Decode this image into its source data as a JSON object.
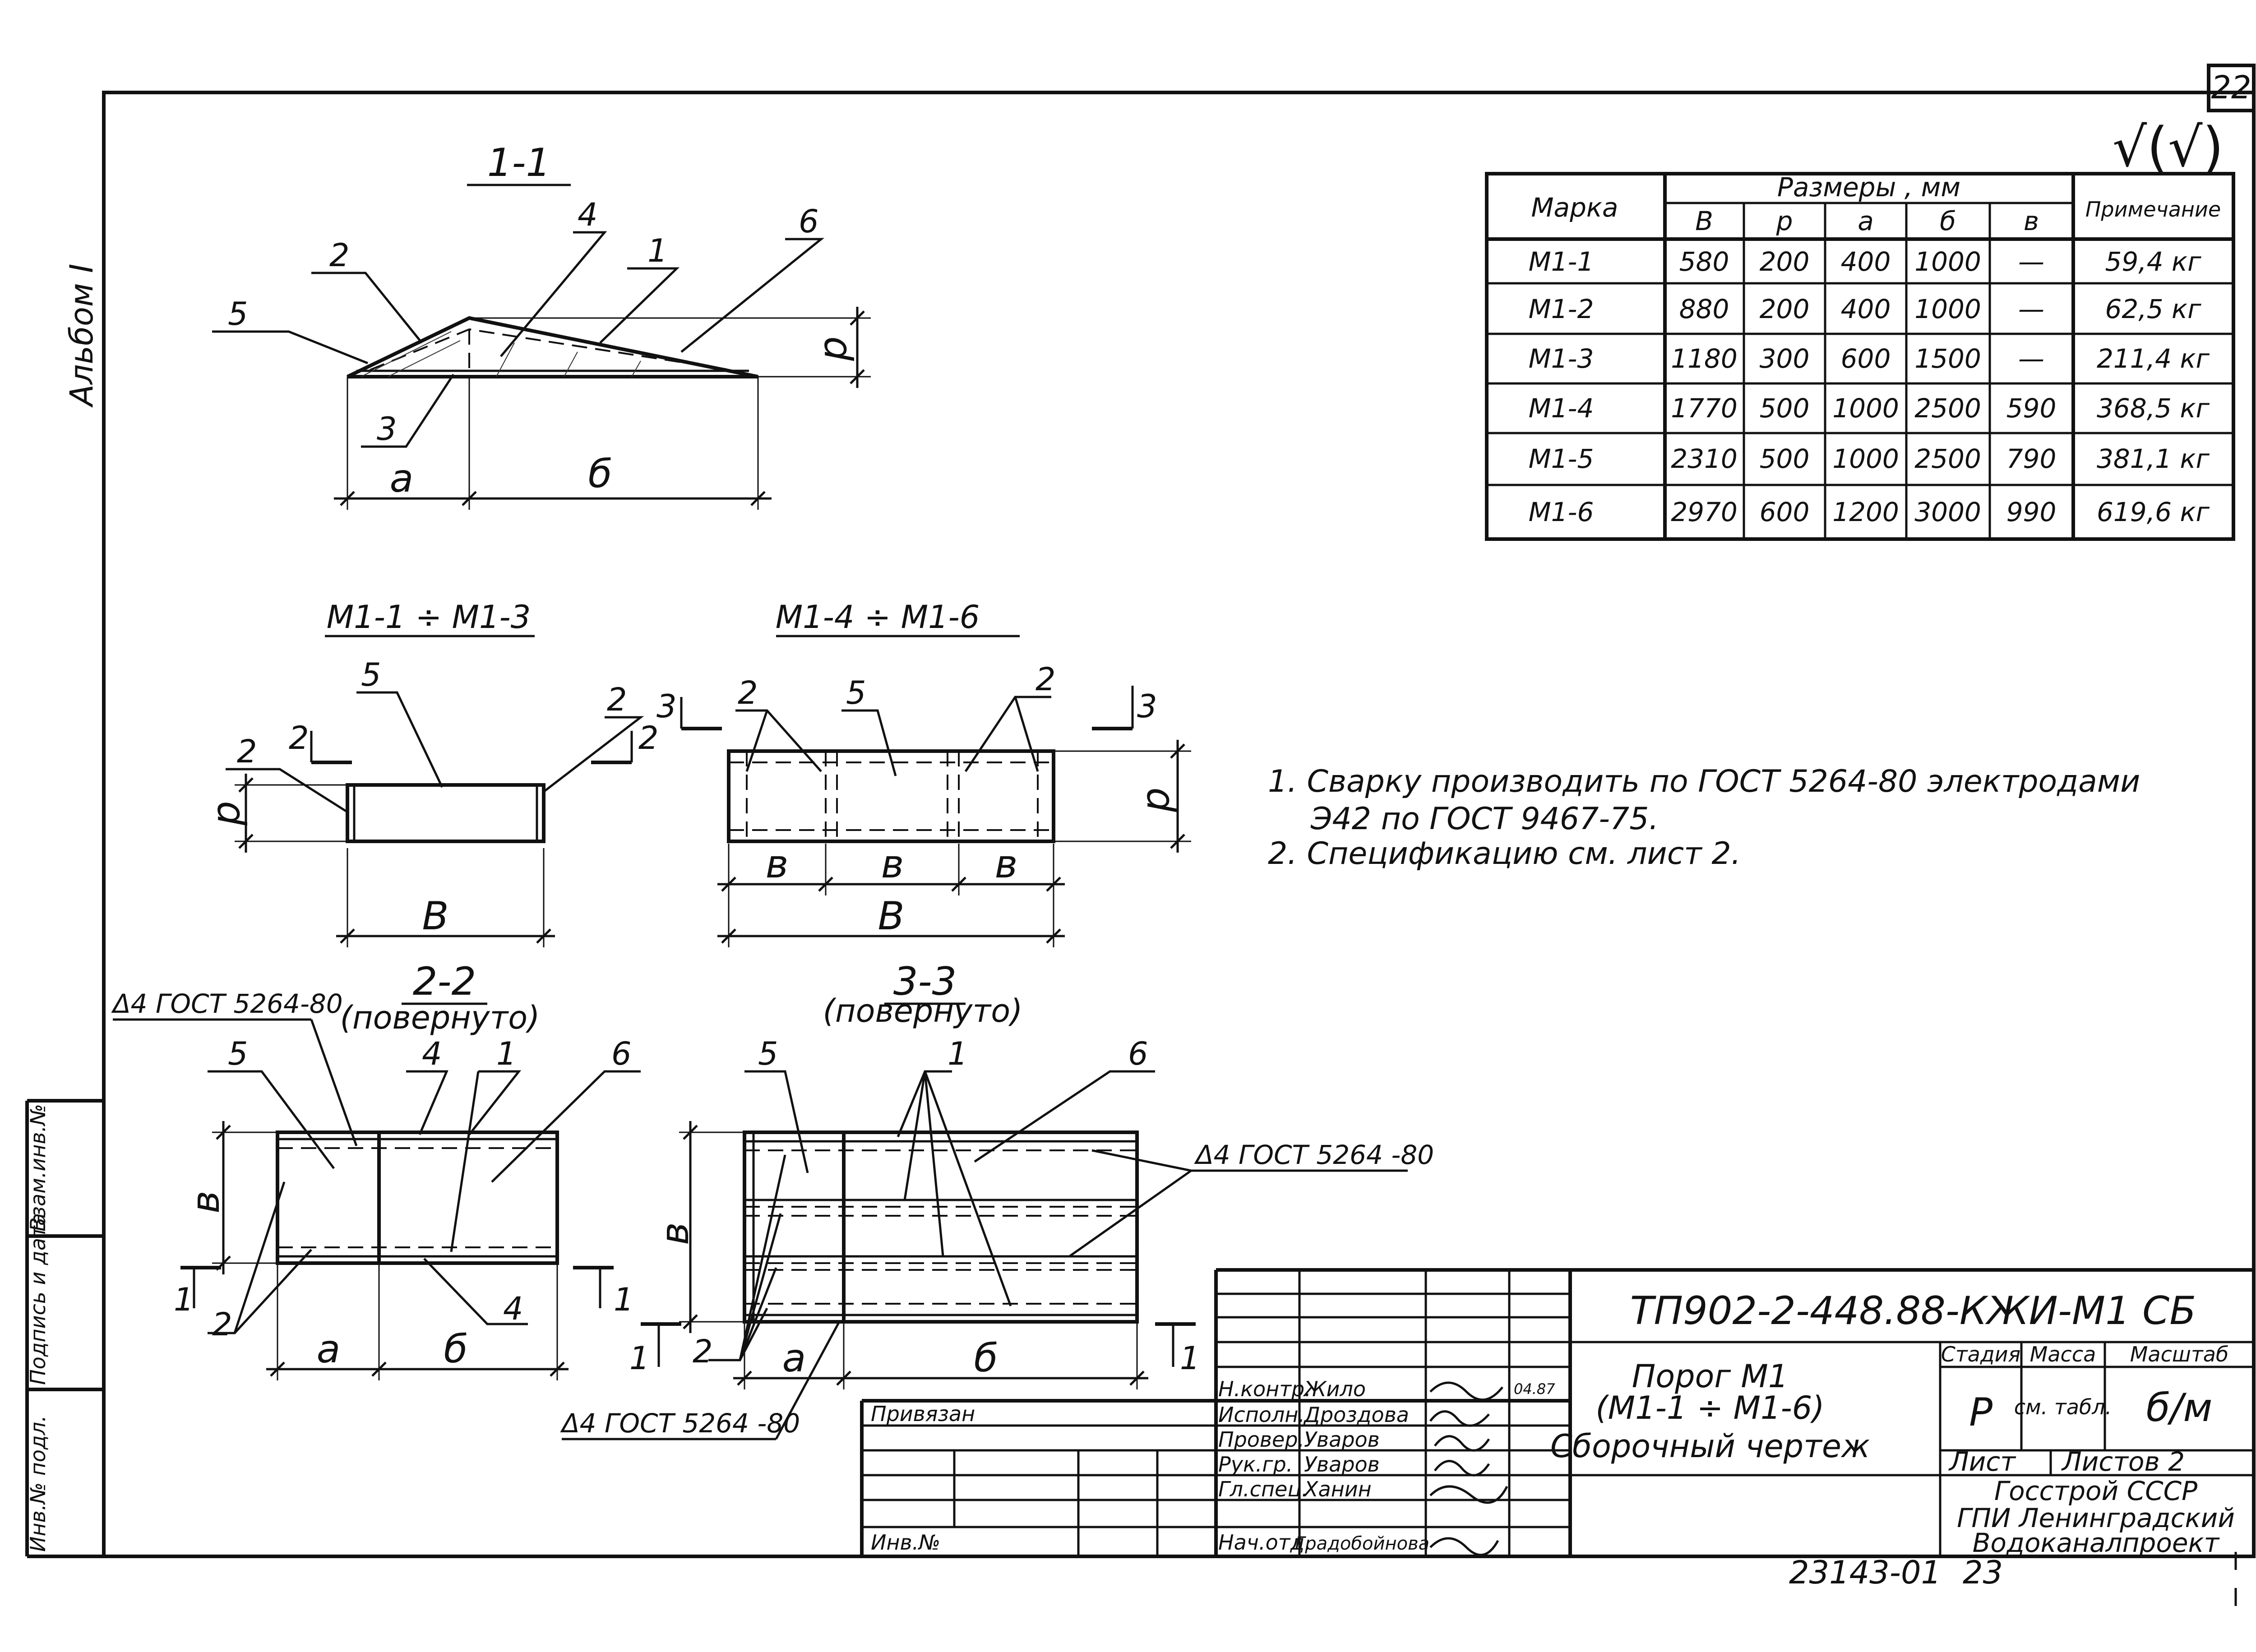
{
  "page_number": "22",
  "check_mark": "√(√)",
  "album": "Альбом I",
  "side_stamp": [
    "Инв.№ подл.",
    "Подпись и дата",
    "Взам.инв.№"
  ],
  "views": {
    "section_1_1": {
      "title": "1-1",
      "callouts": [
        "1",
        "2",
        "3",
        "4",
        "5",
        "6"
      ],
      "dims": {
        "a": "а",
        "b": "б",
        "p": "р"
      }
    },
    "view_m1_1_3": {
      "title": "М1-1 ÷ М1-3",
      "callouts": [
        "2",
        "2",
        "5",
        "2",
        "2"
      ],
      "dims": {
        "B": "В",
        "p": "р"
      }
    },
    "view_m1_4_6": {
      "title": "М1-4 ÷ М1-6",
      "callouts": [
        "2",
        "5",
        "2",
        "3",
        "3"
      ],
      "dims": {
        "v1": "в",
        "v2": "в",
        "v3": "в",
        "B": "В",
        "p": "р"
      }
    },
    "section_2_2": {
      "title": "2-2",
      "subtitle": "(повернуто)",
      "weld": "Δ4 ГОСТ 5264-80",
      "callouts": [
        "5",
        "4",
        "1",
        "6",
        "2",
        "4"
      ],
      "section_marks": [
        "1",
        "1"
      ],
      "dims": {
        "v": "в",
        "a": "а",
        "b": "б"
      }
    },
    "section_3_3": {
      "title": "3-3",
      "subtitle": "(повернуто)",
      "weld_right": "Δ4 ГОСТ 5264 -80",
      "weld_bottom": "Δ4 ГОСТ 5264 -80",
      "callouts": [
        "5",
        "1",
        "6",
        "2"
      ],
      "section_marks": [
        "1",
        "1"
      ],
      "dims": {
        "v": "в",
        "a": "а",
        "b": "б"
      }
    }
  },
  "spec_table": {
    "header_mark": "Марка",
    "header_sizes": "Размеры , мм",
    "header_note": "Примечание",
    "sub_headers": [
      "В",
      "р",
      "а",
      "б",
      "в"
    ],
    "rows": [
      {
        "mark": "М1-1",
        "B": "580",
        "p": "200",
        "a": "400",
        "b": "1000",
        "v": "—",
        "note": "59,4 кг"
      },
      {
        "mark": "М1-2",
        "B": "880",
        "p": "200",
        "a": "400",
        "b": "1000",
        "v": "—",
        "note": "62,5 кг"
      },
      {
        "mark": "М1-3",
        "B": "1180",
        "p": "300",
        "a": "600",
        "b": "1500",
        "v": "—",
        "note": "211,4 кг"
      },
      {
        "mark": "М1-4",
        "B": "1770",
        "p": "500",
        "a": "1000",
        "b": "2500",
        "v": "590",
        "note": "368,5 кг"
      },
      {
        "mark": "М1-5",
        "B": "2310",
        "p": "500",
        "a": "1000",
        "b": "2500",
        "v": "790",
        "note": "381,1 кг"
      },
      {
        "mark": "М1-6",
        "B": "2970",
        "p": "600",
        "a": "1200",
        "b": "3000",
        "v": "990",
        "note": "619,6 кг"
      }
    ]
  },
  "notes": [
    "1. Сварку производить по ГОСТ 5264-80 электродами",
    "Э42 по ГОСТ 9467-75.",
    "2. Спецификацию см. лист 2."
  ],
  "title_block": {
    "code": "ТП902-2-448.88-КЖИ-М1 СБ",
    "name_lines": [
      "Порог М1",
      "(М1-1 ÷ М1-6)",
      "Сборочный чертеж"
    ],
    "stage_header": "Стадия",
    "mass_header": "Масса",
    "scale_header": "Масштаб",
    "stage": "Р",
    "mass": "см. табл.",
    "scale": "б/м",
    "sheet_label": "Лист",
    "sheets_label": "Листов 2",
    "org_lines": [
      "Госстрой СССР",
      "ГПИ Ленинградский",
      "Водоканалпроект"
    ],
    "bound_label": "Привязан",
    "inv_label": "Инв.№",
    "signers": [
      {
        "role": "Н.контр.",
        "name": "Жило",
        "date": "04.87"
      },
      {
        "role": "Исполн.",
        "name": "Дроздова",
        "date": ""
      },
      {
        "role": "Провер.",
        "name": "Уваров",
        "date": ""
      },
      {
        "role": "Рук.гр.",
        "name": "Уваров",
        "date": ""
      },
      {
        "role": "Гл.спец.",
        "name": "Ханин",
        "date": ""
      },
      {
        "role": "Нач.отд.",
        "name": "Градобойнова",
        "date": ""
      }
    ]
  },
  "archive_number": "23143-01",
  "copy_number": "23"
}
